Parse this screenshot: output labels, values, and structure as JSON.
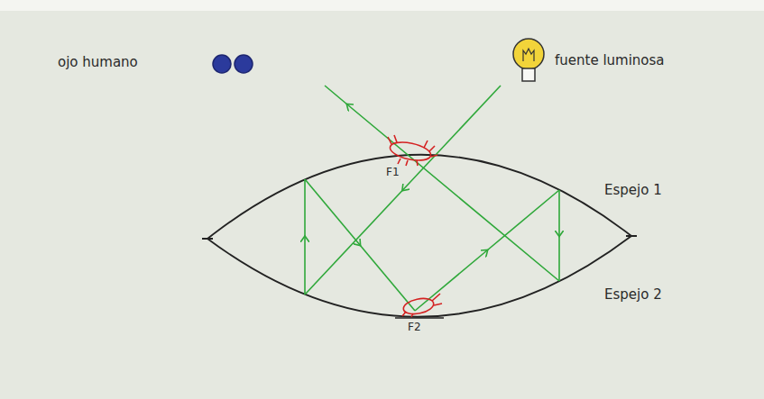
{
  "diagram": {
    "labels": [
      "ojo humano",
      "fuente luminosa",
      "F1",
      "Espejo 1",
      "F2",
      "Espejo 2"
    ]
  }
}
